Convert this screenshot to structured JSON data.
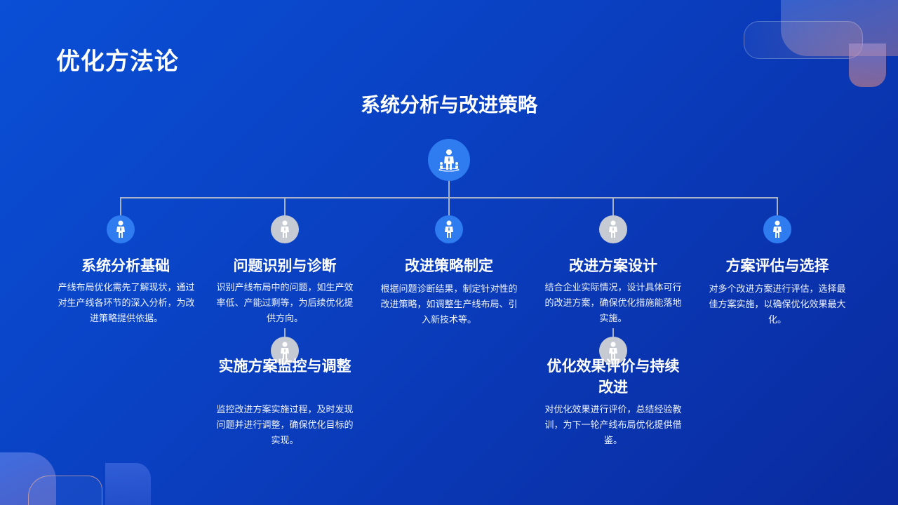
{
  "page_title": "优化方法论",
  "center_title": "系统分析与改进策略",
  "nodes": [
    {
      "title": "系统分析基础",
      "desc": "产线布局优化需先了解现状，通过对生产线各环节的深入分析，为改进策略提供依据。",
      "icon": "businessman-icon"
    },
    {
      "title": "问题识别与诊断",
      "desc": "识别产线布局中的问题，如生产效率低、产能过剩等，为后续优化提供方向。",
      "icon": "businessman-icon"
    },
    {
      "title": "改进策略制定",
      "desc": "根据问题诊断结果，制定针对性的改进策略，如调整生产线布局、引入新技术等。",
      "icon": "businessman-icon"
    },
    {
      "title": "改进方案设计",
      "desc": "结合企业实际情况，设计具体可行的改进方案，确保优化措施能落地实施。",
      "icon": "businessman-icon"
    },
    {
      "title": "方案评估与选择",
      "desc": "对多个改进方案进行评估，选择最佳方案实施，以确保优化效果最大化。",
      "icon": "businessman-icon"
    },
    {
      "title": "实施方案监控与调整",
      "desc": "监控改进方案实施过程，及时发现问题并进行调整，确保优化目标的实现。",
      "icon": "businessman-icon"
    },
    {
      "title": "优化效果评价与持续改进",
      "desc": "对优化效果进行评价，总结经验教训，为下一轮产线布局优化提供借鉴。",
      "icon": "businessman-icon"
    }
  ],
  "colors": {
    "accent": "#2f7cf0",
    "muted_icon": "#c6cad3",
    "line": "#a8b2c8"
  }
}
